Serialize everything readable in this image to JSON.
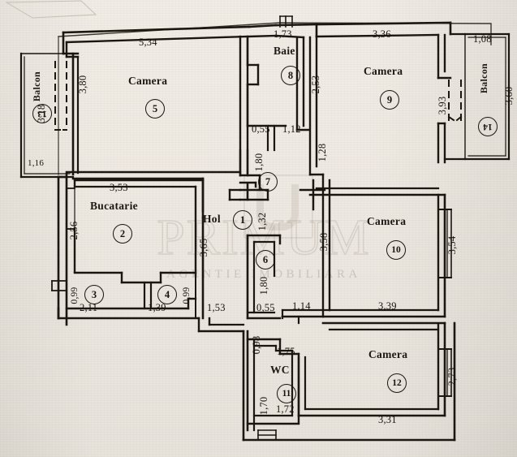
{
  "document": {
    "type": "apartment-floor-plan",
    "language": "ro"
  },
  "watermark": {
    "word": "PRIMUM",
    "subtitle": "AGENTIE IMOBILIARA",
    "logo_name": "primum-logo-mark"
  },
  "rooms": [
    {
      "id": 1,
      "name": "Hol",
      "number": "1"
    },
    {
      "id": 2,
      "name": "Bucatarie",
      "number": "2"
    },
    {
      "id": 3,
      "name": "",
      "number": "3"
    },
    {
      "id": 4,
      "name": "",
      "number": "4"
    },
    {
      "id": 5,
      "name": "Camera",
      "number": "5"
    },
    {
      "id": 6,
      "name": "",
      "number": "6"
    },
    {
      "id": 7,
      "name": "",
      "number": "7"
    },
    {
      "id": 8,
      "name": "Baie",
      "number": "8"
    },
    {
      "id": 9,
      "name": "Camera",
      "number": "9"
    },
    {
      "id": 10,
      "name": "Camera",
      "number": "10"
    },
    {
      "id": 11,
      "name": "WC",
      "number": "11"
    },
    {
      "id": 12,
      "name": "Camera",
      "number": "12"
    },
    {
      "id": 13,
      "name": "Balcon",
      "number": "13"
    },
    {
      "id": 14,
      "name": "Balcon",
      "number": "14"
    }
  ],
  "labels": {
    "camera_5": "Camera",
    "camera_9": "Camera",
    "camera_10": "Camera",
    "camera_12": "Camera",
    "bucatarie": "Bucatarie",
    "hol": "Hol",
    "baie": "Baie",
    "wc": "WC",
    "balcon_13": "Balcon",
    "balcon_14": "Balcon"
  },
  "numbers": {
    "n1": "1",
    "n2": "2",
    "n3": "3",
    "n4": "4",
    "n5": "5",
    "n6": "6",
    "n7": "7",
    "n8": "8",
    "n9": "9",
    "n10": "10",
    "n11": "11",
    "n12": "12",
    "n13": "13",
    "n14": "14"
  },
  "dimensions": {
    "camera5_top": "5,34",
    "camera5_right": "3,80",
    "balcon13_left": "3,18",
    "balcon13_bottom": "1,16",
    "bucatarie_top": "3,53",
    "bucatarie_left": "2,56",
    "bucatarie_right": "3,65",
    "room3_left": "0,99",
    "room3_bottom": "2,11",
    "room4_bottom": "1,39",
    "room4_right": "0,99",
    "hol_left": "1,53",
    "hol_right": "1,32",
    "baie_top": "1,73",
    "baie_right": "2,53",
    "baie_bottom_l": "0,55",
    "baie_bottom_r": "1,12",
    "door7_left": "1,80",
    "camera9_top": "3,36",
    "camera9_left": "1,28",
    "camera9_right": "3,93",
    "balcon14_top": "1,08",
    "balcon14_right": "3,60",
    "room6_right": "1,80",
    "room6_bottom": "0,55",
    "camera10_left": "3,58",
    "camera10_bottom": "3,39",
    "camera10_right": "3,54",
    "camera10_ll": "1,14",
    "wc_top": "1,75",
    "wc_left": "1,70",
    "wc_bottom": "1,72",
    "wc_upper": "0,98",
    "camera12_bottom": "3,31",
    "camera12_right": "2,73"
  },
  "colors": {
    "paper": "#eee9e1",
    "ink": "#17130f",
    "watermark": "#b9b1a4"
  }
}
